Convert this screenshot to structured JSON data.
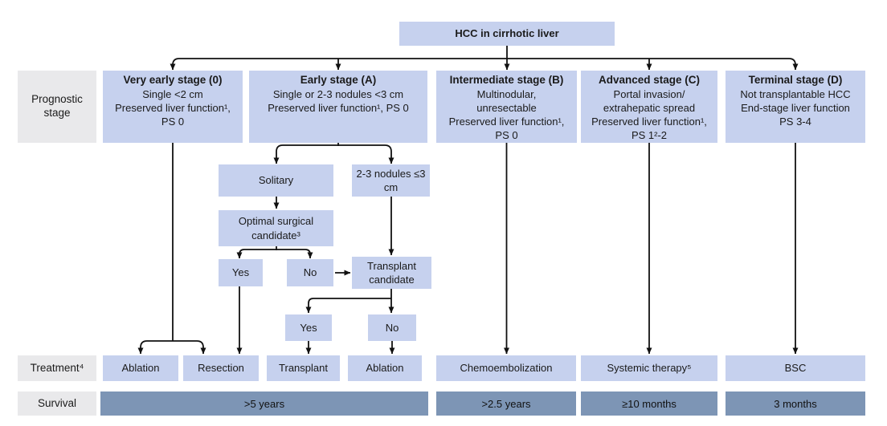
{
  "colors": {
    "node_fill": "#c6d1ee",
    "row_label_fill": "#e9e9eb",
    "survival_fill": "#7d95b5",
    "arrow": "#111111",
    "text": "#1a1a1a"
  },
  "root_node": {
    "label": "HCC in cirrhotic liver"
  },
  "row_labels": {
    "prognostic_stage": "Prognostic stage",
    "treatment": "Treatment⁴",
    "survival": "Survival"
  },
  "stages": [
    {
      "title": "Very early stage (0)",
      "lines": [
        "Single <2 cm",
        "Preserved liver function¹,",
        "PS 0"
      ]
    },
    {
      "title": "Early stage (A)",
      "lines": [
        "Single or 2-3 nodules <3 cm",
        "Preserved liver function¹, PS 0"
      ]
    },
    {
      "title": "Intermediate stage (B)",
      "lines": [
        "Multinodular,",
        "unresectable",
        "Preserved liver function¹,",
        "PS 0"
      ]
    },
    {
      "title": "Advanced stage (C)",
      "lines": [
        "Portal invasion/",
        "extrahepatic spread",
        "Preserved liver function¹,",
        "PS 1²-2"
      ]
    },
    {
      "title": "Terminal stage (D)",
      "lines": [
        "Not transplantable HCC",
        "End-stage liver function",
        "PS 3-4"
      ]
    }
  ],
  "decision_nodes": {
    "solitary": "Solitary",
    "nodules_2_3": "2-3 nodules ≤3 cm",
    "optimal_surgical_candidate": "Optimal surgical candidate³",
    "osc_yes": "Yes",
    "osc_no": "No",
    "transplant_candidate": "Transplant candidate",
    "tc_yes": "Yes",
    "tc_no": "No"
  },
  "treatments": [
    "Ablation",
    "Resection",
    "Transplant",
    "Ablation",
    "Chemoembolization",
    "Systemic therapy⁵",
    "BSC"
  ],
  "survival_values": [
    ">5 years",
    ">2.5 years",
    "≥10 months",
    "3 months"
  ]
}
